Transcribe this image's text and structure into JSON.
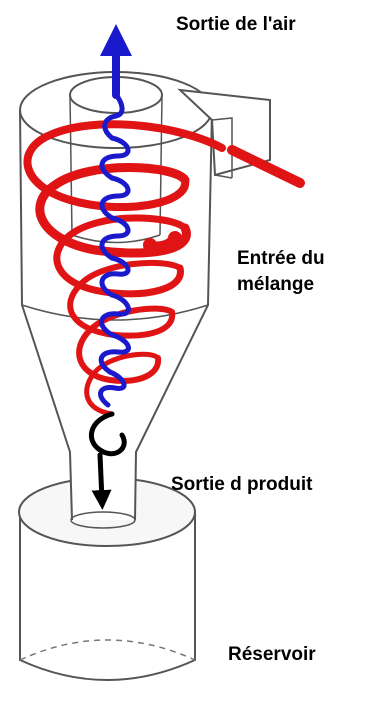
{
  "labels": {
    "air_outlet": "Sortie de l'air",
    "mixture_inlet_line1": "Entrée du",
    "mixture_inlet_line2": "mélange",
    "product_outlet": "Sortie d produit",
    "reservoir": "Réservoir"
  },
  "colors": {
    "air_flow": "#1a1acc",
    "mixture_flow": "#e01414",
    "product_flow": "#000000",
    "outline": "#555555"
  }
}
